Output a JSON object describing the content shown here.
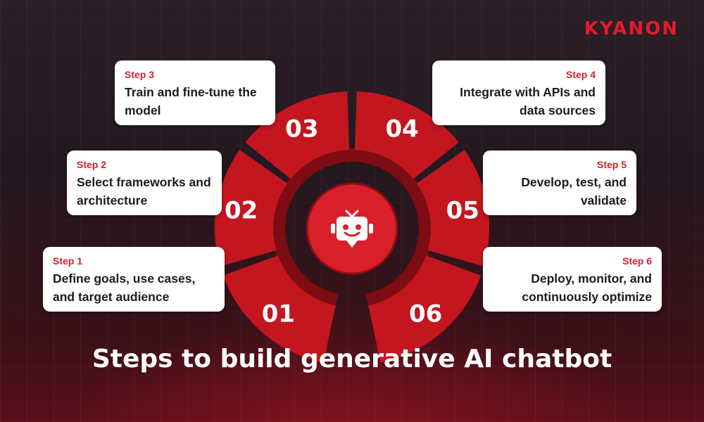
{
  "brand": {
    "logo_text": "KYANON",
    "accent": "#e31b2d"
  },
  "title": "Steps to build generative AI chatbot",
  "center_icon": "robot-chat-icon",
  "steps": [
    {
      "number": "01",
      "step": "Step 1",
      "text": "Define goals, use cases, and target audience"
    },
    {
      "number": "02",
      "step": "Step 2",
      "text": "Select frameworks and architecture"
    },
    {
      "number": "03",
      "step": "Step 3",
      "text": "Train and fine-tune the model"
    },
    {
      "number": "04",
      "step": "Step 4",
      "text": "Integrate with APIs and data sources"
    },
    {
      "number": "05",
      "step": "Step 5",
      "text": "Develop, test, and validate"
    },
    {
      "number": "06",
      "step": "Step 6",
      "text": "Deploy, monitor, and continuously optimize"
    }
  ],
  "colors": {
    "segment": "#c4161f",
    "inner_ring": "#7e0c13",
    "card": "#ffffff",
    "step_label": "#d31f2c"
  }
}
